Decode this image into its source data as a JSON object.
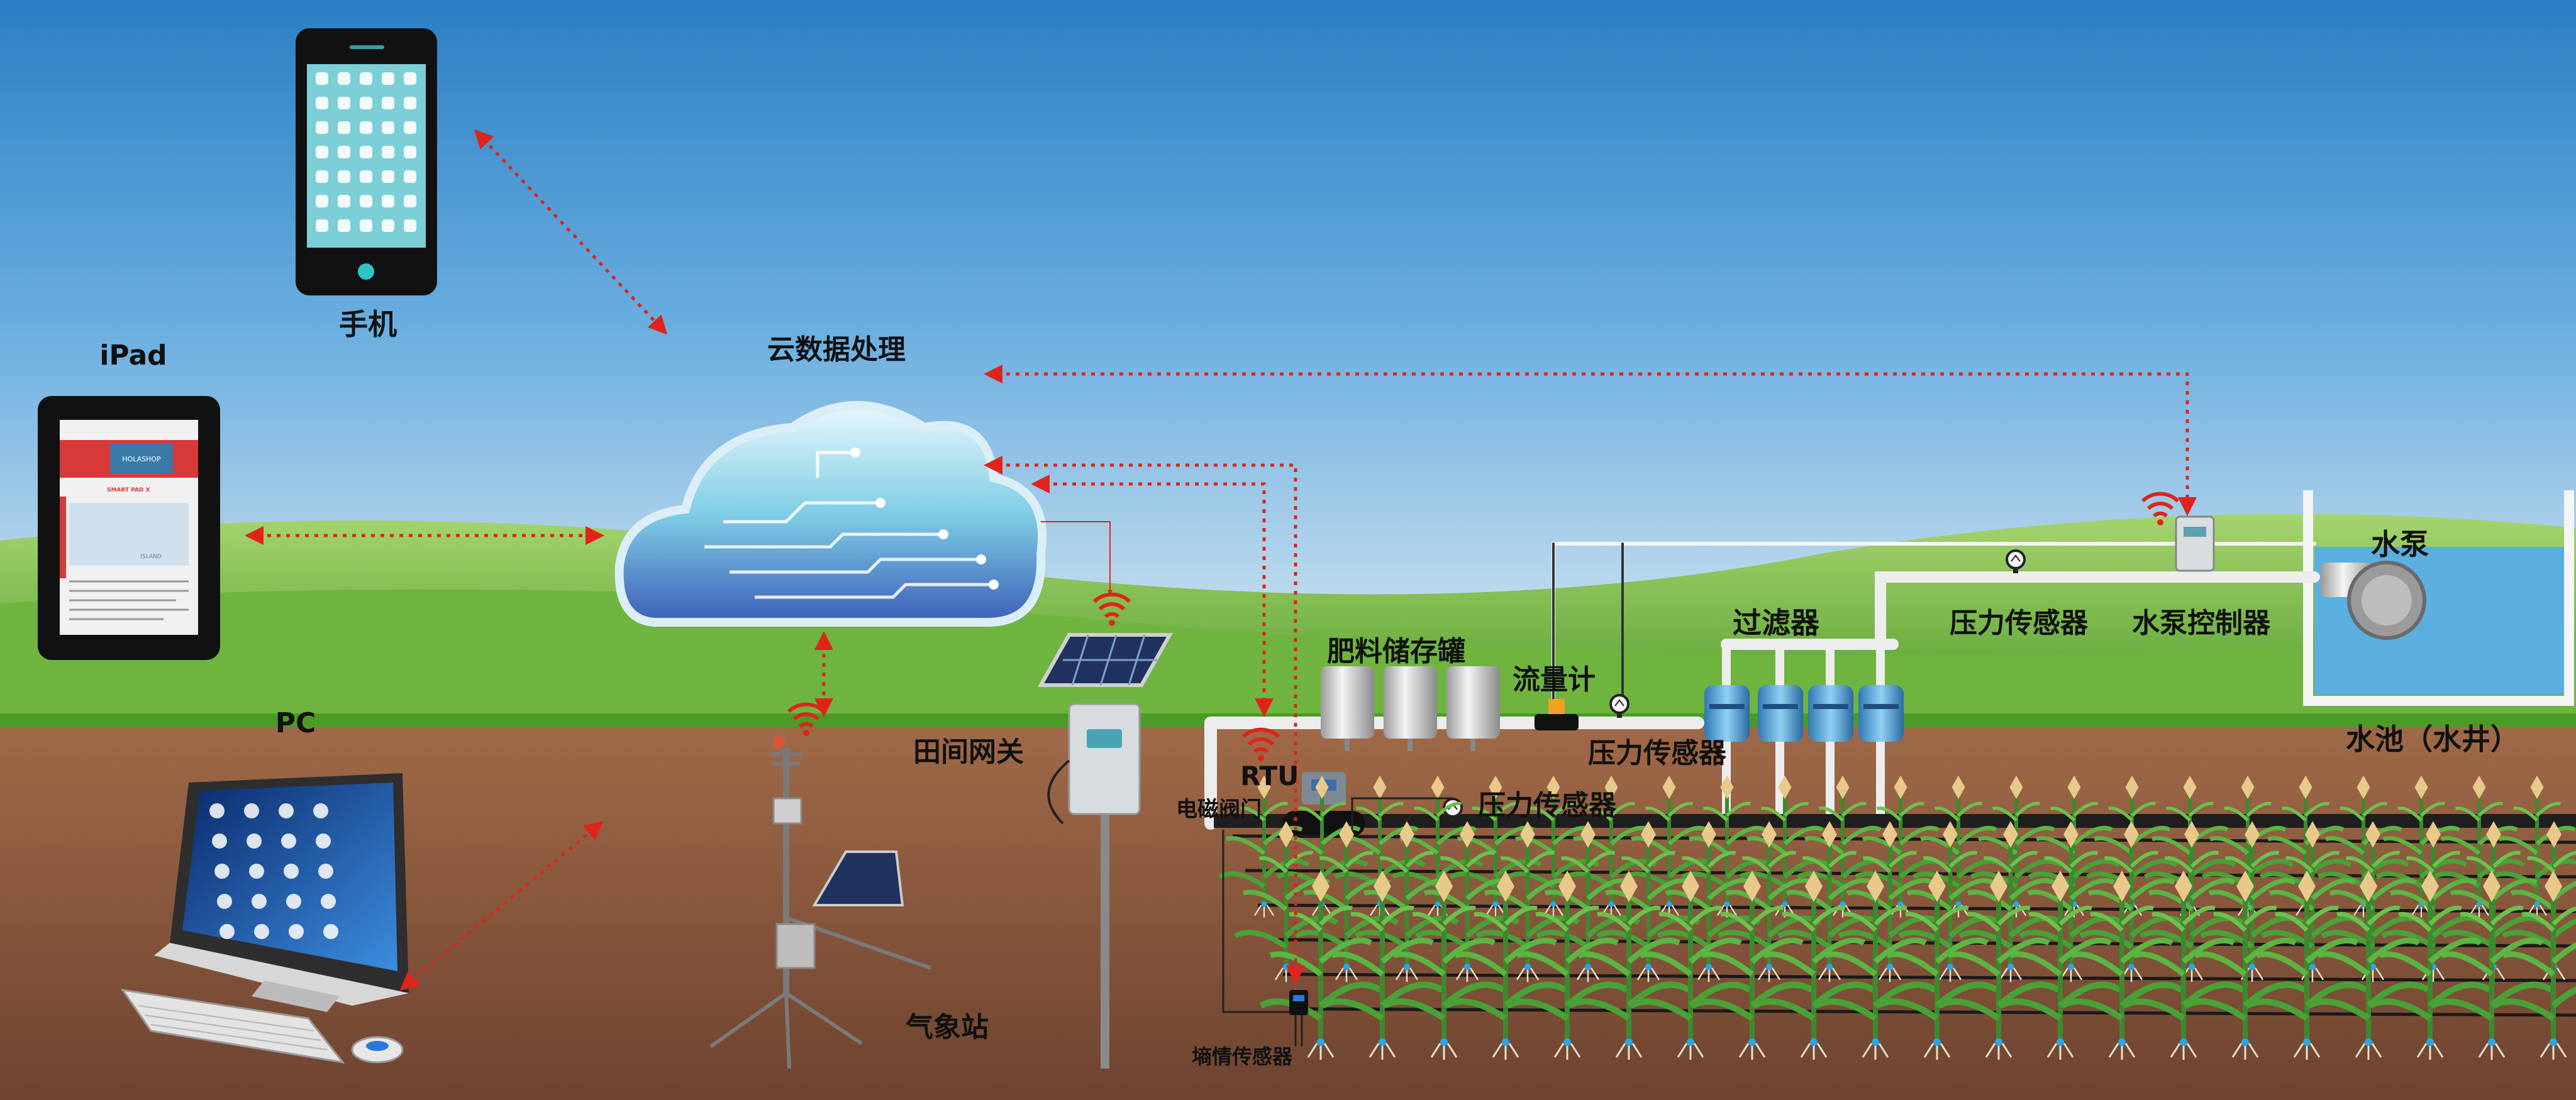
{
  "labels": {
    "phone": "手机",
    "ipad": "iPad",
    "pc": "PC",
    "cloud": "云数据处理",
    "field_gateway": "田间网关",
    "weather_station": "气象站",
    "rtu": "RTU",
    "solenoid_valve": "电磁阀门",
    "soil_sensor": "墒情传感器",
    "fertilizer_tanks": "肥料储存罐",
    "flow_meter": "流量计",
    "pressure_sensor_main": "压力传感器",
    "pressure_sensor_pipe": "压力传感器",
    "filter": "过滤器",
    "pressure_sensor_top": "压力传感器",
    "pump_controller": "水泵控制器",
    "pump": "水泵",
    "pool": "水池（水井）"
  },
  "ipad_screen": {
    "brand": "HOLASHOP",
    "product": "SMART PAD X",
    "footer": "ISLAND"
  },
  "colors": {
    "sky_top": "#2f86c9",
    "sky_bottom": "#cfe3ef",
    "grass": "#6db43a",
    "soil": "#8a5a3f",
    "arrow": "#e0241b",
    "water": "#5aaee0",
    "pipe": "#e6e6e6"
  },
  "icons": [
    "phone-icon",
    "tablet-icon",
    "monitor-icon",
    "cloud-icon",
    "solar-panel-icon",
    "wifi-icon",
    "weather-station-icon",
    "tank-icon",
    "filter-icon",
    "pump-icon",
    "valve-icon",
    "pressure-gauge-icon",
    "corn-plant-icon"
  ]
}
